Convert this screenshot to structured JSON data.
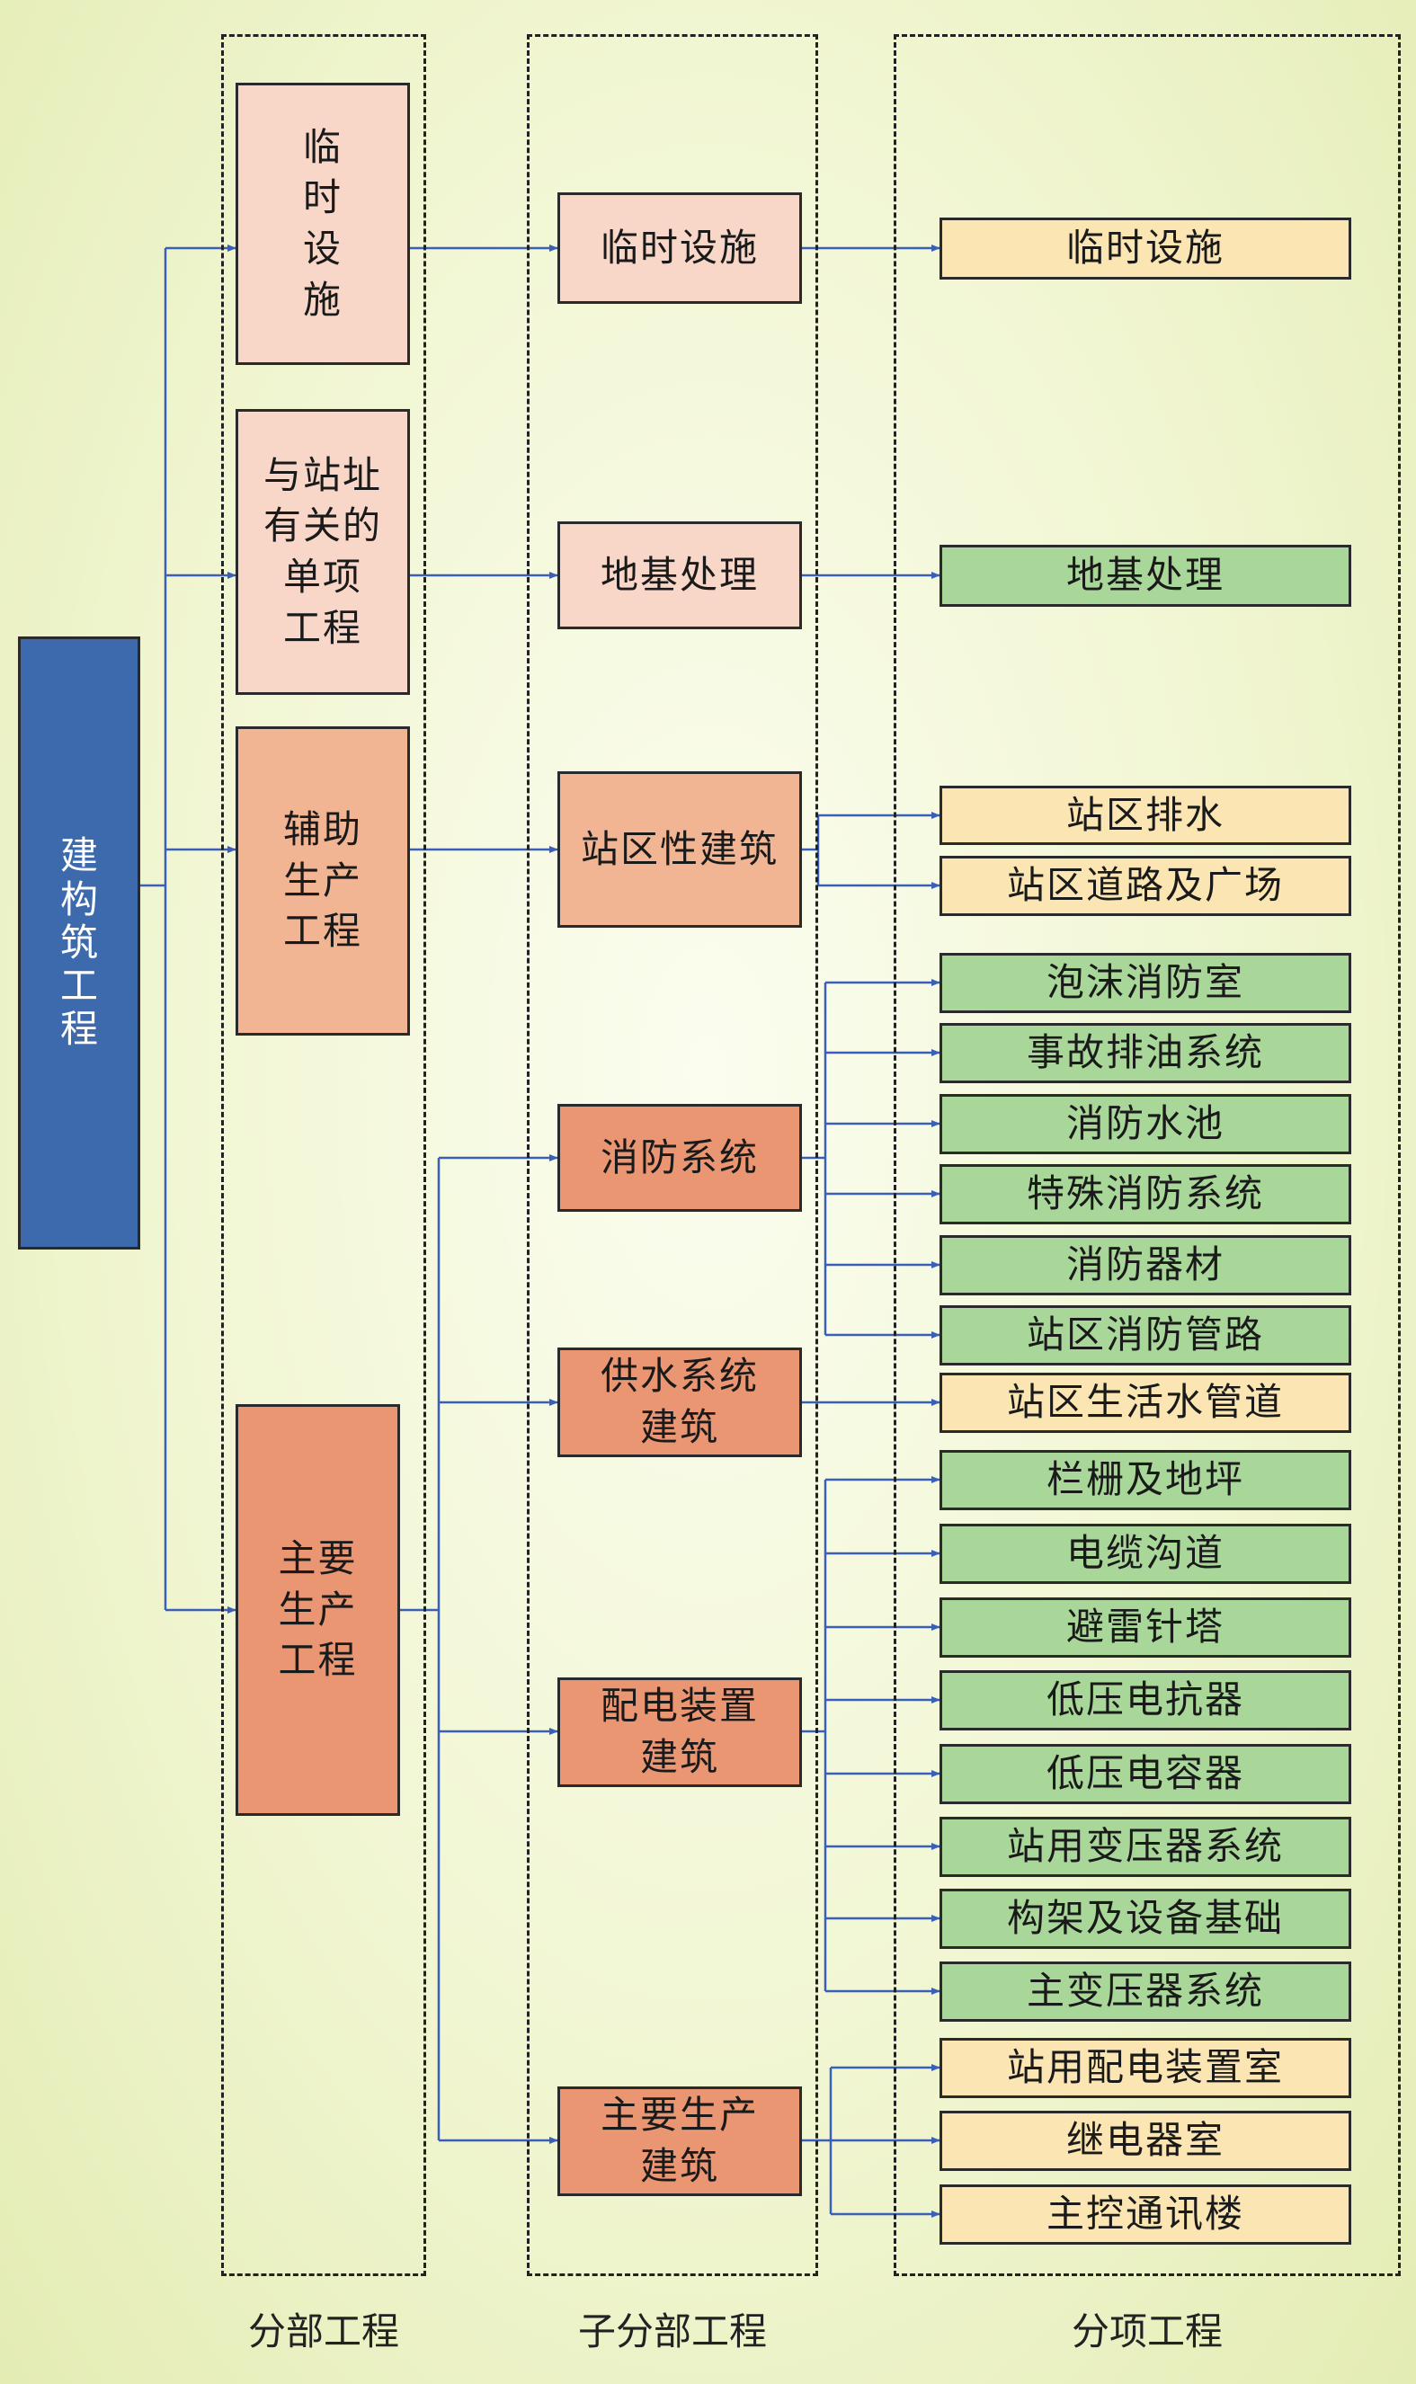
{
  "root": "建\n构\n筑\n工\n程",
  "columns": {
    "col1_label": "分部工程",
    "col2_label": "子分部工程",
    "col3_label": "分项工程"
  },
  "divisions": [
    {
      "label": "临\n时\n设\n施"
    },
    {
      "label": "与站址\n有关的\n单项\n工程"
    },
    {
      "label": "辅助\n生产\n工程"
    },
    {
      "label": "主要\n生产\n工程"
    }
  ],
  "subdivisions": [
    {
      "label": "临时设施"
    },
    {
      "label": "地基处理"
    },
    {
      "label": "站区性建筑"
    },
    {
      "label": "消防系统"
    },
    {
      "label": "供水系统\n建筑"
    },
    {
      "label": "配电装置\n建筑"
    },
    {
      "label": "主要生产\n建筑"
    }
  ],
  "items": [
    {
      "label": "临时设施",
      "color": "#fbe6b3"
    },
    {
      "label": "地基处理",
      "color": "#a9d79a"
    },
    {
      "label": "站区排水",
      "color": "#fbe6b3"
    },
    {
      "label": "站区道路及广场",
      "color": "#fbe6b3"
    },
    {
      "label": "泡沫消防室",
      "color": "#a9d79a"
    },
    {
      "label": "事故排油系统",
      "color": "#a9d79a"
    },
    {
      "label": "消防水池",
      "color": "#a9d79a"
    },
    {
      "label": "特殊消防系统",
      "color": "#a9d79a"
    },
    {
      "label": "消防器材",
      "color": "#a9d79a"
    },
    {
      "label": "站区消防管路",
      "color": "#a9d79a"
    },
    {
      "label": "站区生活水管道",
      "color": "#fbe6b3"
    },
    {
      "label": "栏栅及地坪",
      "color": "#a9d79a"
    },
    {
      "label": "电缆沟道",
      "color": "#a9d79a"
    },
    {
      "label": "避雷针塔",
      "color": "#a9d79a"
    },
    {
      "label": "低压电抗器",
      "color": "#a9d79a"
    },
    {
      "label": "低压电容器",
      "color": "#a9d79a"
    },
    {
      "label": "站用变压器系统",
      "color": "#a9d79a"
    },
    {
      "label": "构架及设备基础",
      "color": "#a9d79a"
    },
    {
      "label": "主变压器系统",
      "color": "#a9d79a"
    },
    {
      "label": "站用配电装置室",
      "color": "#fbe6b3"
    },
    {
      "label": "继电器室",
      "color": "#fbe6b3"
    },
    {
      "label": "主控通讯楼",
      "color": "#fbe6b3"
    }
  ],
  "colors": {
    "root": "#3c6aac",
    "division_pink": "#f8d7c8",
    "division_salmon": "#f1b594",
    "division_coral": "#ea9672",
    "connector": "#3a5fb8"
  }
}
